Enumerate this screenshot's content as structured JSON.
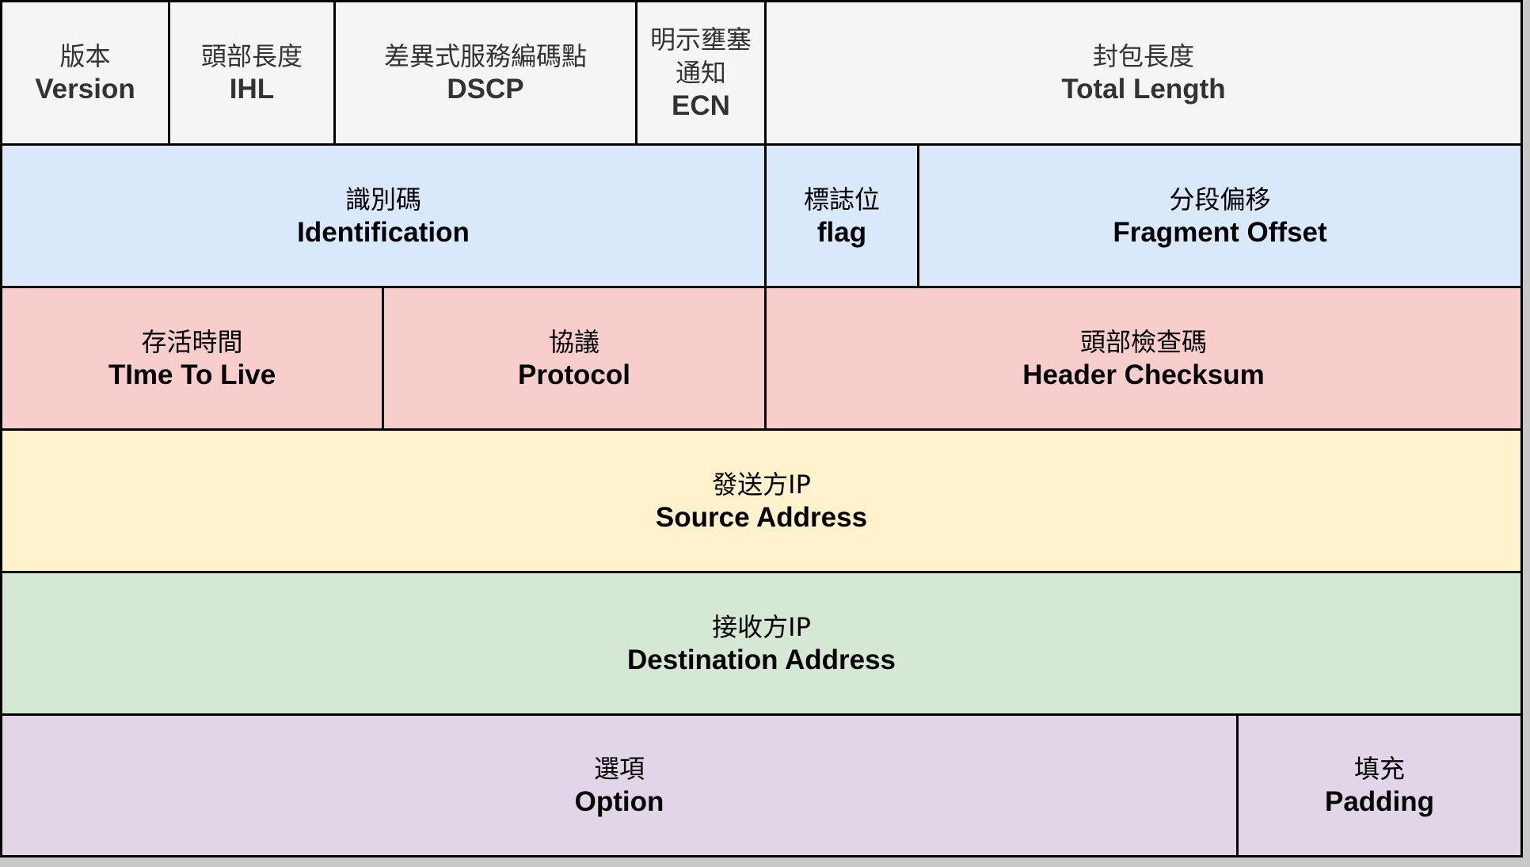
{
  "fields": {
    "version": {
      "zh": "版本",
      "en": "Version"
    },
    "ihl": {
      "zh": "頭部長度",
      "en": "IHL"
    },
    "dscp": {
      "zh": "差異式服務編碼點",
      "en": "DSCP"
    },
    "ecn": {
      "zh1": "明示壅塞",
      "zh2": "通知",
      "en": "ECN"
    },
    "total_length": {
      "zh": "封包長度",
      "en": "Total Length"
    },
    "identification": {
      "zh": "識別碼",
      "en": "Identification"
    },
    "flag": {
      "zh": "標誌位",
      "en": "flag"
    },
    "fragment_offset": {
      "zh": "分段偏移",
      "en": "Fragment Offset"
    },
    "ttl": {
      "zh": "存活時間",
      "en": "TIme To Live"
    },
    "protocol": {
      "zh": "協議",
      "en": "Protocol"
    },
    "header_checksum": {
      "zh": "頭部檢查碼",
      "en": "Header Checksum"
    },
    "source": {
      "zh": "發送方IP",
      "en": "Source Address"
    },
    "destination": {
      "zh": "接收方IP",
      "en": "Destination Address"
    },
    "option": {
      "zh": "選項",
      "en": "Option"
    },
    "padding": {
      "zh": "填充",
      "en": "Padding"
    }
  },
  "colors": {
    "row1": "#f5f5f5",
    "row2": "#dae8fc",
    "row3": "#f8cecc",
    "row4": "#fff2cc",
    "row5": "#d5e8d4",
    "row6": "#e1d5e7",
    "border": "#000000"
  }
}
